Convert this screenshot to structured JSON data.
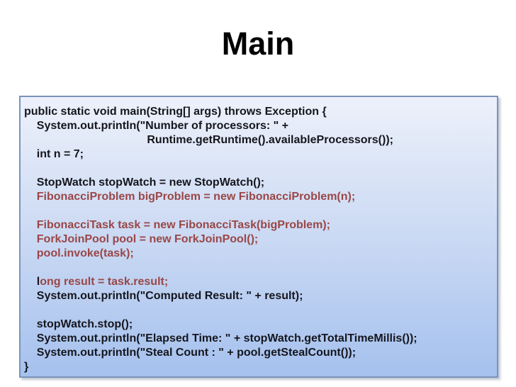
{
  "title": "Main",
  "colors": {
    "page_bg": "#ffffff",
    "title_color": "#000000",
    "code_dark": "#15161d",
    "code_accent": "#994747",
    "box_border": "#7b93bb",
    "box_fill_top": "#edf1fa",
    "box_fill_mid": "#c7d7f3",
    "box_fill_bottom": "#a5c1ee"
  },
  "code": {
    "lines": [
      [
        {
          "t": "public static void main(String[] args) throws Exception {",
          "c": "dark"
        }
      ],
      [
        {
          "t": "    System.out.println(\"Number of processors: \" +",
          "c": "dark"
        }
      ],
      [
        {
          "t": "                                       Runtime.getRuntime().availableProcessors());",
          "c": "dark"
        }
      ],
      [
        {
          "t": "    int n = 7;",
          "c": "dark"
        }
      ],
      [],
      [
        {
          "t": "    StopWatch stopWatch = new StopWatch();",
          "c": "dark"
        }
      ],
      [
        {
          "t": "    FibonacciProblem bigProblem = new FibonacciProblem(n);",
          "c": "accent"
        }
      ],
      [],
      [
        {
          "t": "    FibonacciTask task = new FibonacciTask(bigProblem);",
          "c": "accent"
        }
      ],
      [
        {
          "t": "    ForkJoinPool pool = new ForkJoinPool();",
          "c": "accent"
        }
      ],
      [
        {
          "t": "    pool.invoke(task);",
          "c": "accent"
        }
      ],
      [],
      [
        {
          "t": "    l",
          "c": "dark"
        },
        {
          "t": "ong result = task.result;",
          "c": "accent"
        }
      ],
      [
        {
          "t": "    System.out.println(\"Computed Result: \" + result);",
          "c": "dark"
        }
      ],
      [],
      [
        {
          "t": "    stopWatch.stop();",
          "c": "dark"
        }
      ],
      [
        {
          "t": "    System.out.println(\"Elapsed Time: \" + stopWatch.getTotalTimeMillis());",
          "c": "dark"
        }
      ],
      [
        {
          "t": "    System.out.println(\"Steal Count : \" + pool.getStealCount());",
          "c": "dark"
        }
      ],
      [
        {
          "t": "}",
          "c": "dark"
        }
      ]
    ]
  }
}
